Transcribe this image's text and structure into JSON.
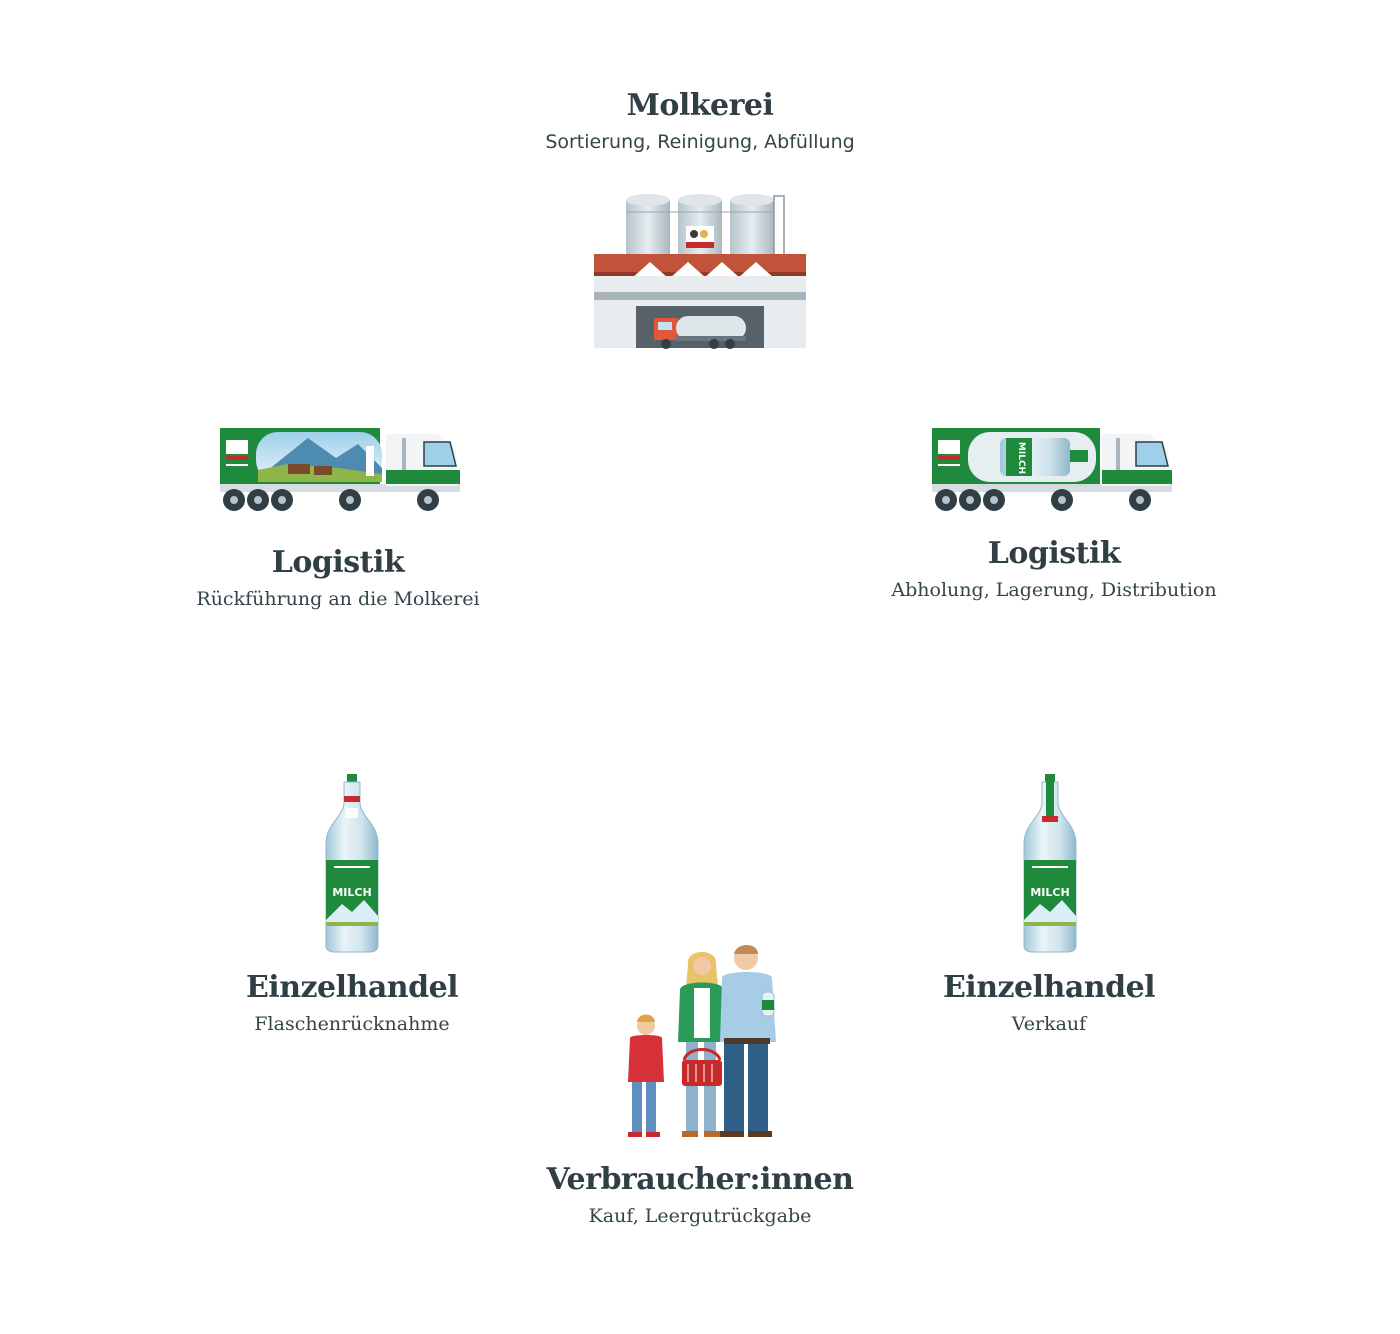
{
  "molkerei": {
    "title": "Molkerei",
    "subtitle": "Sortierung, Reinigung, Abfüllung",
    "icon": "dairy-factory-icon"
  },
  "logistik_left": {
    "title": "Logistik",
    "subtitle": "Rückführung an die Molkerei",
    "icon": "truck-icon"
  },
  "logistik_right": {
    "title": "Logistik",
    "subtitle": "Abholung, Lagerung, Distribution",
    "icon": "truck-icon"
  },
  "einzelhandel_left": {
    "title": "Einzelhandel",
    "subtitle": "Flaschenrücknahme",
    "icon": "milk-bottle-icon",
    "label": "MILCH"
  },
  "einzelhandel_right": {
    "title": "Einzelhandel",
    "subtitle": "Verkauf",
    "icon": "milk-bottle-icon",
    "label": "MILCH"
  },
  "verbraucher": {
    "title": "Verbraucher:innen",
    "subtitle": "Kauf, Leergutrückgabe",
    "icon": "family-icon"
  },
  "colors": {
    "brand_green": "#1f8a3b",
    "text": "#2f3f44",
    "roof": "#c0533a"
  }
}
